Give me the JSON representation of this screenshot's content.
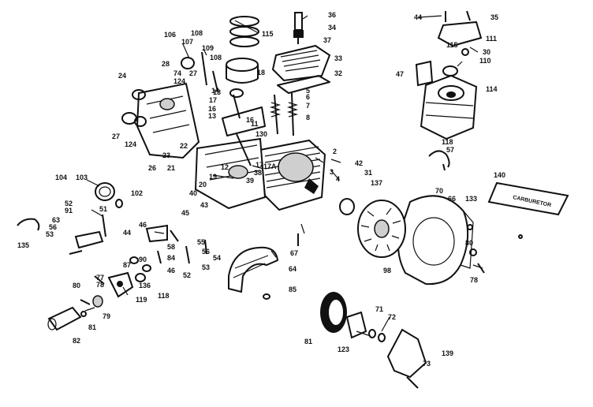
{
  "labels": {
    "l1": "36",
    "l2": "34",
    "l3": "115",
    "l4": "37",
    "l5": "33",
    "l6": "32",
    "l7": "44",
    "l8": "35",
    "l9": "111",
    "l10": "115",
    "l11": "30",
    "l12": "110",
    "l13": "47",
    "l14": "114",
    "l15": "106",
    "l16": "107",
    "l17": "108",
    "l18": "109",
    "l19": "108",
    "l20": "28",
    "l21": "24",
    "l22": "74",
    "l23": "124",
    "l24": "27",
    "l25": "13",
    "l26": "14",
    "l27": "17",
    "l28": "16",
    "l29": "16",
    "l30": "13",
    "l31": "11",
    "l32": "5",
    "l33": "6",
    "l34": "7",
    "l35": "8",
    "l36": "130",
    "l37": "22",
    "l38": "23",
    "l39": "26",
    "l40": "21",
    "l41": "27",
    "l42": "124",
    "l43": "12",
    "l44": "19",
    "l45": "17",
    "l46": "17A",
    "l47": "38",
    "l48": "39",
    "l49": "20",
    "l50": "40",
    "l51": "43",
    "l52": "2",
    "l53": "42",
    "l54": "31",
    "l55": "137",
    "l56": "3",
    "l57": "4",
    "l58": "118",
    "l59": "57",
    "l60": "140",
    "l61": "CARBURETOR",
    "l62": "104",
    "l63": "103",
    "l64": "102",
    "l65": "45",
    "l66": "70",
    "l67": "66",
    "l68": "133",
    "l69": "52",
    "l70": "51",
    "l71": "91",
    "l72": "63",
    "l73": "56",
    "l74": "53",
    "l75": "135",
    "l76": "44",
    "l77": "46",
    "l78": "58",
    "l79": "55",
    "l80": "54",
    "l81": "56",
    "l82": "87",
    "l83": "90",
    "l84": "84",
    "l85": "46",
    "l86": "52",
    "l87": "53",
    "l88": "67",
    "l89": "64",
    "l90": "80",
    "l91": "78",
    "l92": "80",
    "l93": "77",
    "l94": "78",
    "l95": "136",
    "l96": "119",
    "l97": "118",
    "l98": "79",
    "l99": "81",
    "l100": "82",
    "l101": "85",
    "l102": "71",
    "l103": "72",
    "l104": "81",
    "l105": "123",
    "l106": "73",
    "l107": "139",
    "l108": "98",
    "l109": "18"
  }
}
